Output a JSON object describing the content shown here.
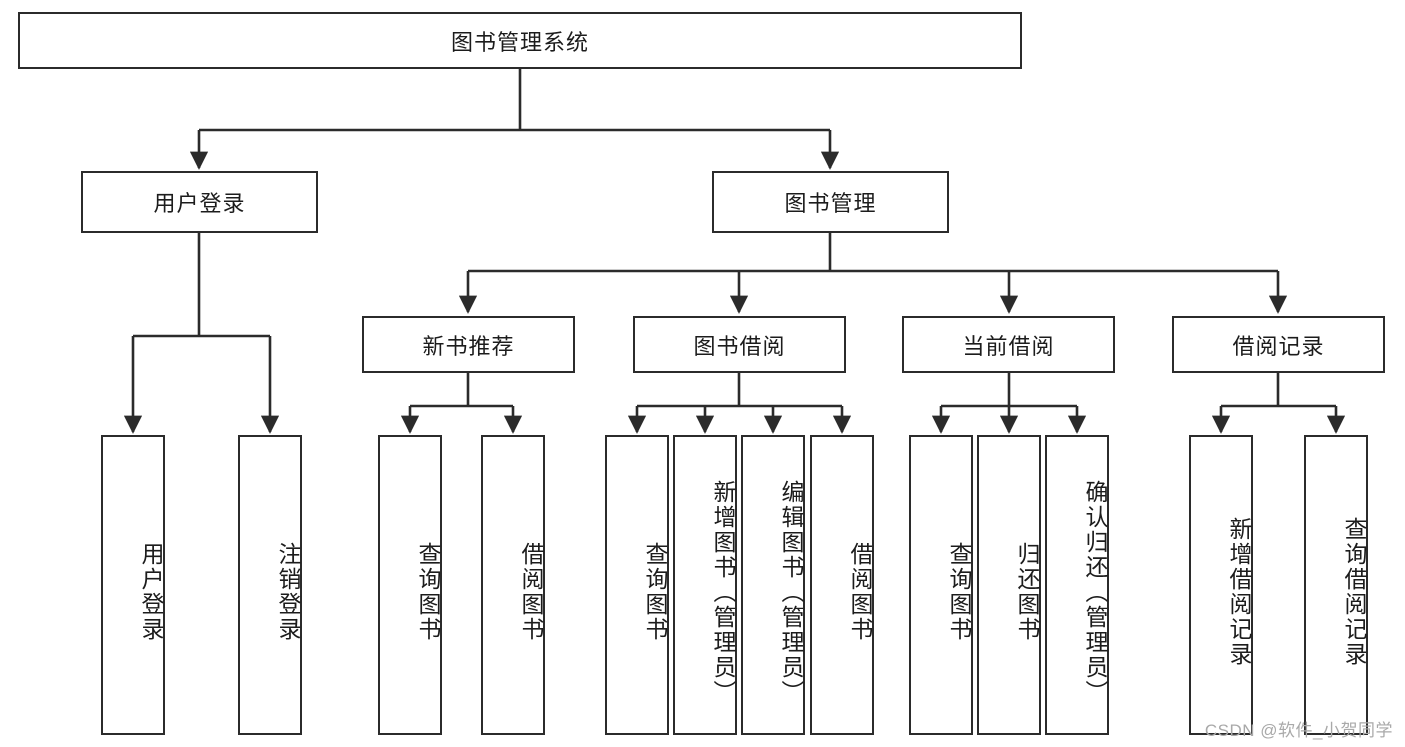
{
  "diagram": {
    "title": "图书管理系统",
    "type": "hierarchy-tree",
    "colors": {
      "stroke": "#2b2b2b",
      "fill": "#ffffff",
      "text": "#1c1c1c",
      "watermark": "#a9a9a9",
      "background": "#ffffff"
    },
    "watermark": "CSDN @软件_小贺同学",
    "levels": {
      "root": {
        "label": "图书管理系统"
      },
      "level2": [
        {
          "label": "用户登录"
        },
        {
          "label": "图书管理"
        }
      ],
      "level3": [
        {
          "label": "新书推荐"
        },
        {
          "label": "图书借阅"
        },
        {
          "label": "当前借阅"
        },
        {
          "label": "借阅记录"
        }
      ],
      "leaves": {
        "user_login": [
          {
            "label": "用户登录"
          },
          {
            "label": "注销登录"
          }
        ],
        "new_book_recommend": [
          {
            "label": "查询图书"
          },
          {
            "label": "借阅图书"
          }
        ],
        "book_borrow": [
          {
            "label": "查询图书"
          },
          {
            "label": "新增图书（管理员）"
          },
          {
            "label": "编辑图书（管理员）"
          },
          {
            "label": "借阅图书"
          }
        ],
        "current_borrow": [
          {
            "label": "查询图书"
          },
          {
            "label": "归还图书"
          },
          {
            "label": "确认归还（管理员）"
          }
        ],
        "borrow_record": [
          {
            "label": "新增借阅记录"
          },
          {
            "label": "查询借阅记录"
          }
        ]
      }
    }
  }
}
